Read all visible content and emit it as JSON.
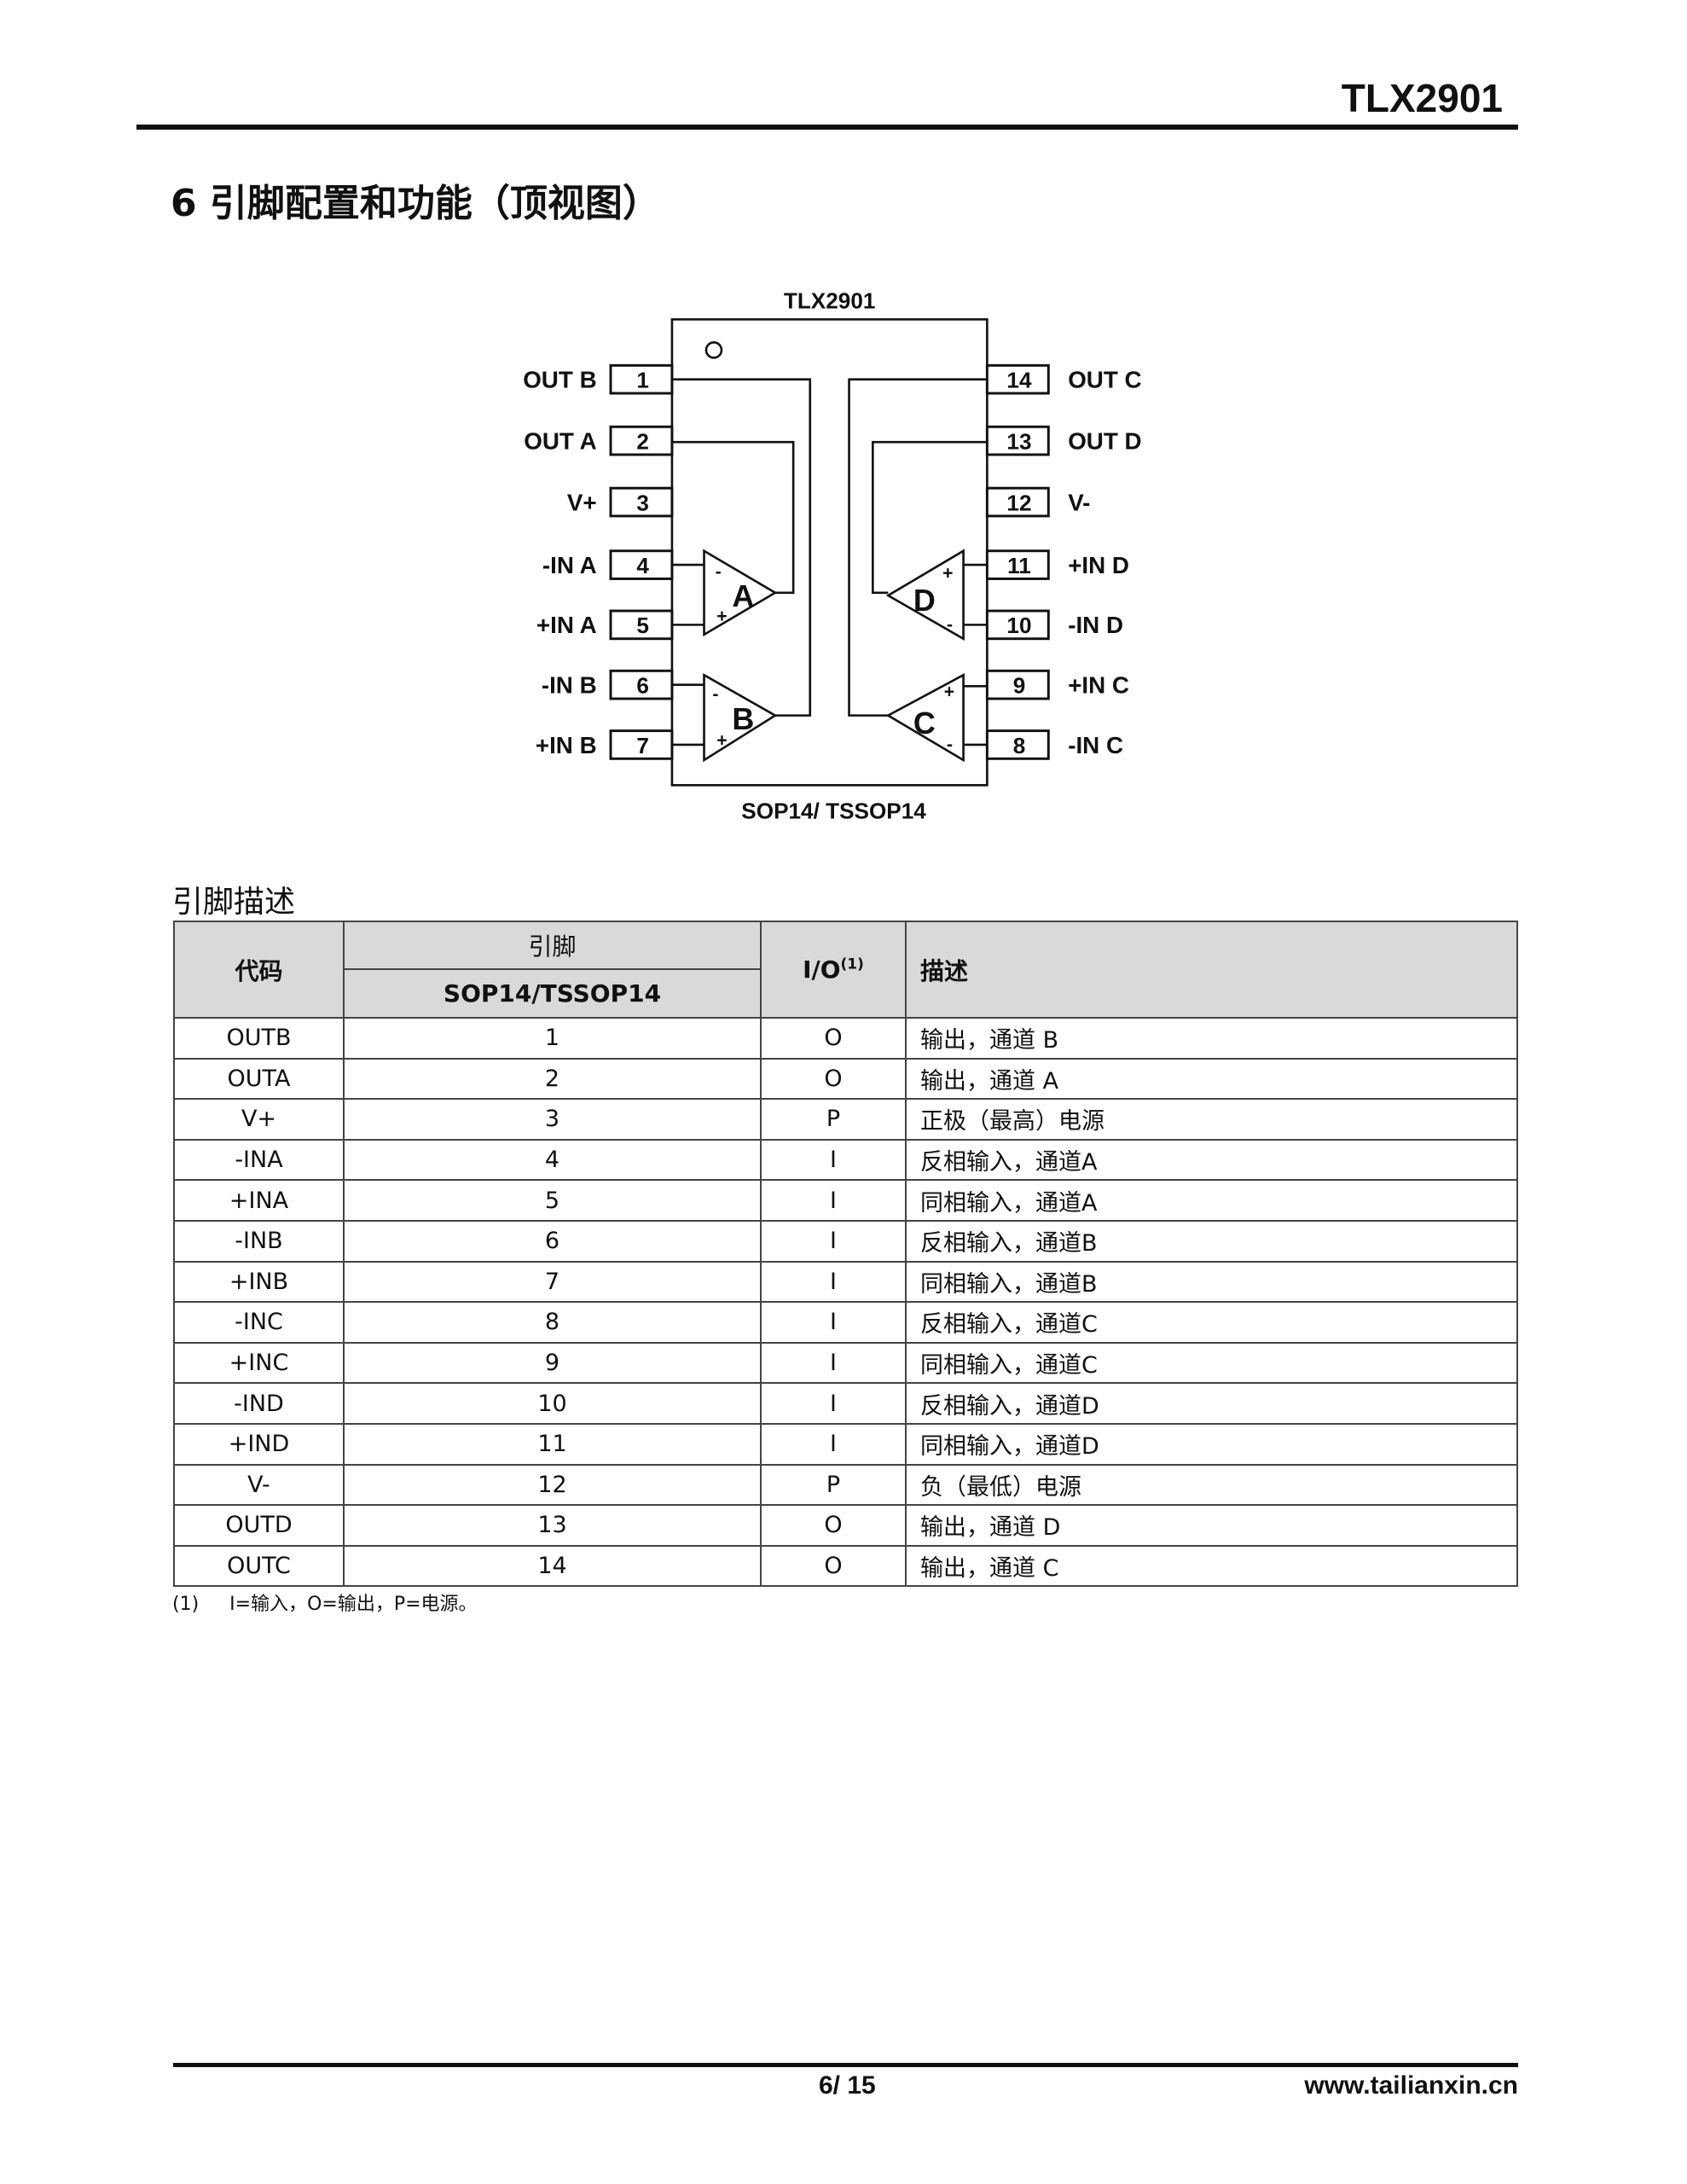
{
  "header": {
    "title": "TLX2901"
  },
  "section_title": "6 引脚配置和功能（顶视图）",
  "diagram": {
    "chip_name": "TLX2901",
    "package": "SOP14/ TSSOP14",
    "left_pins": [
      {
        "num": "1",
        "label": "OUT B"
      },
      {
        "num": "2",
        "label": "OUT A"
      },
      {
        "num": "3",
        "label": "V+"
      },
      {
        "num": "4",
        "label": "-IN A"
      },
      {
        "num": "5",
        "label": "+IN A"
      },
      {
        "num": "6",
        "label": "-IN B"
      },
      {
        "num": "7",
        "label": "+IN B"
      }
    ],
    "right_pins": [
      {
        "num": "14",
        "label": "OUT C"
      },
      {
        "num": "13",
        "label": "OUT D"
      },
      {
        "num": "12",
        "label": "V-"
      },
      {
        "num": "11",
        "label": "+IN D"
      },
      {
        "num": "10",
        "label": "-IN D"
      },
      {
        "num": "9",
        "label": "+IN C"
      },
      {
        "num": "8",
        "label": "-IN C"
      }
    ],
    "amps": {
      "a": "A",
      "b": "B",
      "c": "C",
      "d": "D",
      "minus": "-",
      "plus": "+"
    }
  },
  "table": {
    "title": "引脚描述",
    "headers": {
      "code": "代码",
      "pin": "引脚",
      "package": "SOP14/TSSOP14",
      "io": "I/O",
      "io_note": "(1)",
      "desc": "描述"
    },
    "rows": [
      {
        "code": "OUTB",
        "pin": "1",
        "io": "O",
        "desc": "输出，通道 B"
      },
      {
        "code": "OUTA",
        "pin": "2",
        "io": "O",
        "desc": "输出，通道 A"
      },
      {
        "code": "V+",
        "pin": "3",
        "io": "P",
        "desc": "正极（最高）电源"
      },
      {
        "code": "-INA",
        "pin": "4",
        "io": "I",
        "desc": "反相输入，通道A"
      },
      {
        "code": "+INA",
        "pin": "5",
        "io": "I",
        "desc": "同相输入，通道A"
      },
      {
        "code": "-INB",
        "pin": "6",
        "io": "I",
        "desc": "反相输入，通道B"
      },
      {
        "code": "+INB",
        "pin": "7",
        "io": "I",
        "desc": "同相输入，通道B"
      },
      {
        "code": "-INC",
        "pin": "8",
        "io": "I",
        "desc": "反相输入，通道C"
      },
      {
        "code": "+INC",
        "pin": "9",
        "io": "I",
        "desc": "同相输入，通道C"
      },
      {
        "code": "-IND",
        "pin": "10",
        "io": "I",
        "desc": "反相输入，通道D"
      },
      {
        "code": "+IND",
        "pin": "11",
        "io": "I",
        "desc": "同相输入，通道D"
      },
      {
        "code": "V-",
        "pin": "12",
        "io": "P",
        "desc": "负（最低）电源"
      },
      {
        "code": "OUTD",
        "pin": "13",
        "io": "O",
        "desc": "输出，通道 D"
      },
      {
        "code": "OUTC",
        "pin": "14",
        "io": "O",
        "desc": "输出，通道 C"
      }
    ],
    "footnote": {
      "mark": "(1)",
      "text": "I=输入，O=输出，P=电源。"
    }
  },
  "footer": {
    "page": "6/ 15",
    "site": "www.tailianxin.cn"
  }
}
